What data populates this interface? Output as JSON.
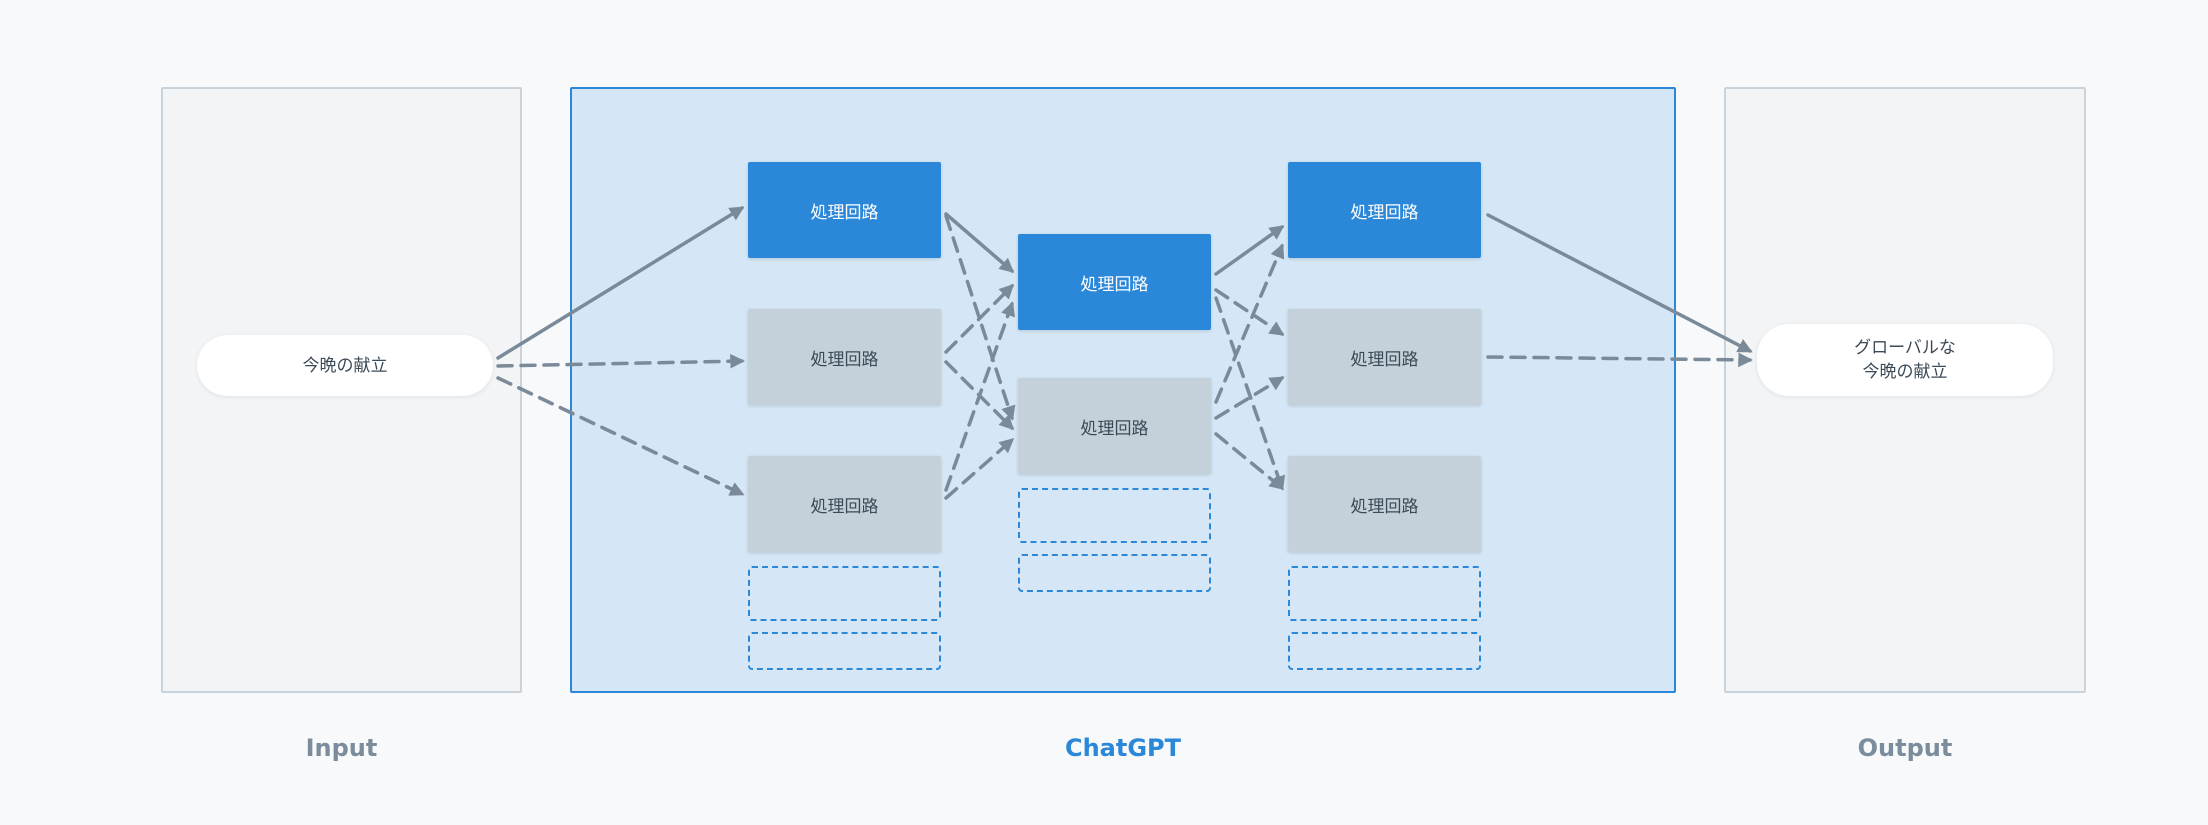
{
  "input": {
    "caption": "Input",
    "text": "今晩の献立"
  },
  "model": {
    "caption": "ChatGPT",
    "box_label": "処理回路"
  },
  "output": {
    "caption": "Output",
    "text": "グローバルな\n今晩の献立"
  },
  "colors": {
    "active_box": "#2b88d9",
    "inactive_box": "#c4d1da",
    "model_panel": "#d5e6f6",
    "model_border": "#2b88d9",
    "connector": "#7b8a99",
    "caption_gray": "#7b8c9c"
  }
}
